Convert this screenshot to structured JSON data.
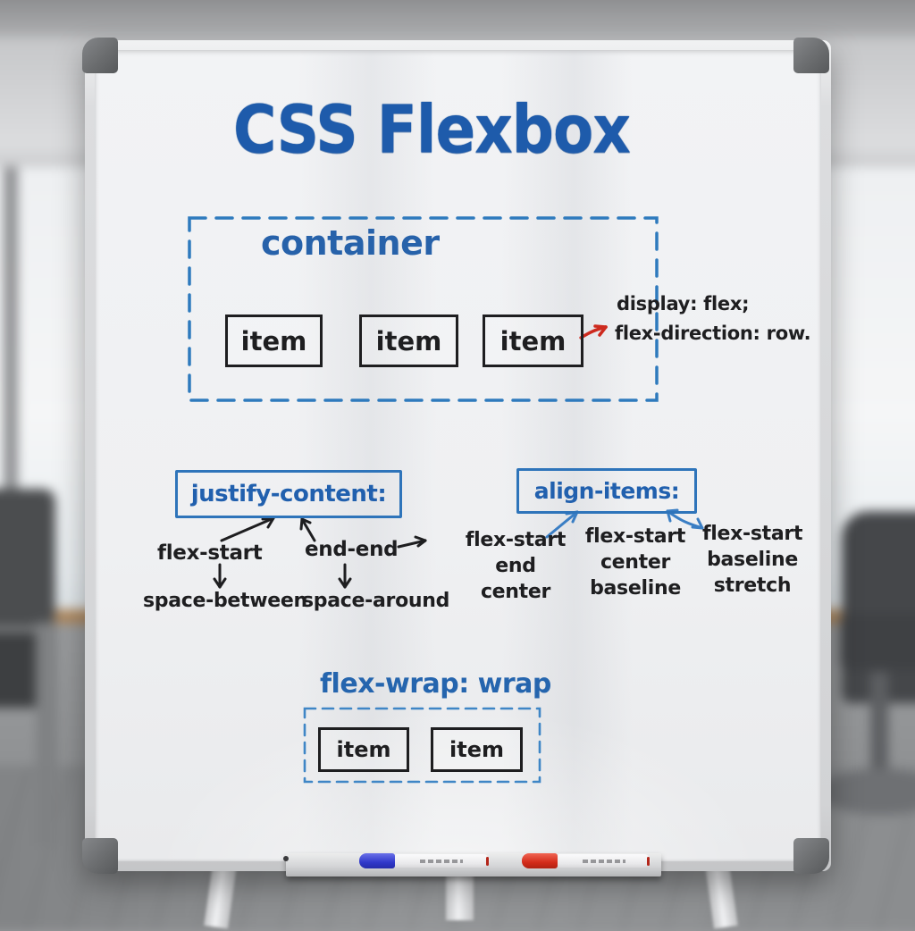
{
  "board": {
    "title": "CSS Flexbox"
  },
  "container_section": {
    "label": "container",
    "items": [
      "item",
      "item",
      "item"
    ],
    "annotation": {
      "line1": "display: flex;",
      "line2": "flex-direction: row."
    }
  },
  "justify_section": {
    "heading": "justify-content:",
    "value1": "flex-start",
    "value2": "end-end",
    "value3": "space-between",
    "value4": "space-around"
  },
  "align_section": {
    "heading": "align-items:",
    "col1": {
      "l1": "flex-start",
      "l2": "end",
      "l3": "center"
    },
    "col2": {
      "l1": "flex-start",
      "l2": "center",
      "l3": "baseline"
    },
    "col3": {
      "l1": "flex-start",
      "l2": "baseline",
      "l3": "stretch"
    }
  },
  "wrap_section": {
    "heading": "flex-wrap: wrap",
    "items": [
      "item",
      "item"
    ]
  },
  "colors": {
    "marker_blue": "#1f5dab",
    "dashed_blue": "#2e7abd",
    "ink_black": "#1e1e20",
    "arrow_red": "#cd2a1e"
  }
}
